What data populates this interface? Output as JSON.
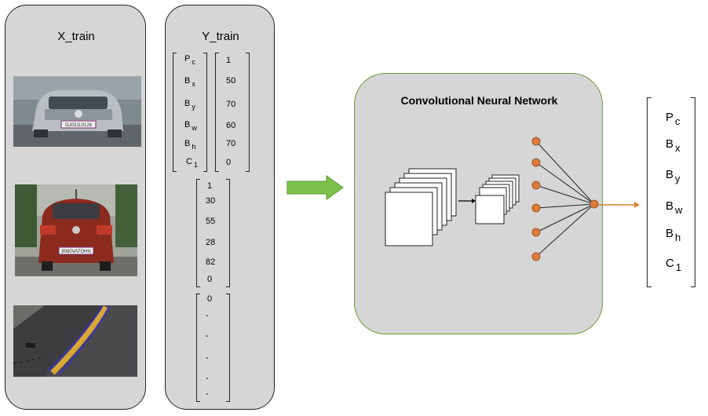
{
  "x_train": {
    "title": "X_train",
    "images": [
      {
        "name": "car-front-image",
        "plate": "GJ03JL0128"
      },
      {
        "name": "car-rear-image",
        "plate": "8080VATOHN"
      },
      {
        "name": "road-lane-image"
      }
    ]
  },
  "y_train": {
    "title": "Y_train",
    "labels": [
      {
        "base": "P",
        "sub": "c"
      },
      {
        "base": "B",
        "sub": "x"
      },
      {
        "base": "B",
        "sub": "y"
      },
      {
        "base": "B",
        "sub": "w"
      },
      {
        "base": "B",
        "sub": "h"
      },
      {
        "base": "C",
        "sub": "1"
      }
    ],
    "vector1": [
      "1",
      "50",
      "70",
      "60",
      "70",
      "0"
    ],
    "vector2": [
      "1",
      "30",
      "55",
      "28",
      "82",
      "0"
    ],
    "vector3": [
      "0",
      "-",
      "-",
      "-",
      "-",
      "-"
    ]
  },
  "cnn": {
    "title": "Convolutional Neural Network"
  },
  "output": {
    "labels": [
      {
        "base": "P",
        "sub": "c"
      },
      {
        "base": "B",
        "sub": "x"
      },
      {
        "base": "B",
        "sub": "y"
      },
      {
        "base": "B",
        "sub": "w"
      },
      {
        "base": "B",
        "sub": "h"
      },
      {
        "base": "C",
        "sub": "1"
      }
    ]
  },
  "colors": {
    "panel": "#d6d6d6",
    "cnn_border": "#6a9b3c",
    "arrow_green": "#7cc24a",
    "node_orange": "#e07a3b",
    "output_arrow": "#d9822b"
  }
}
